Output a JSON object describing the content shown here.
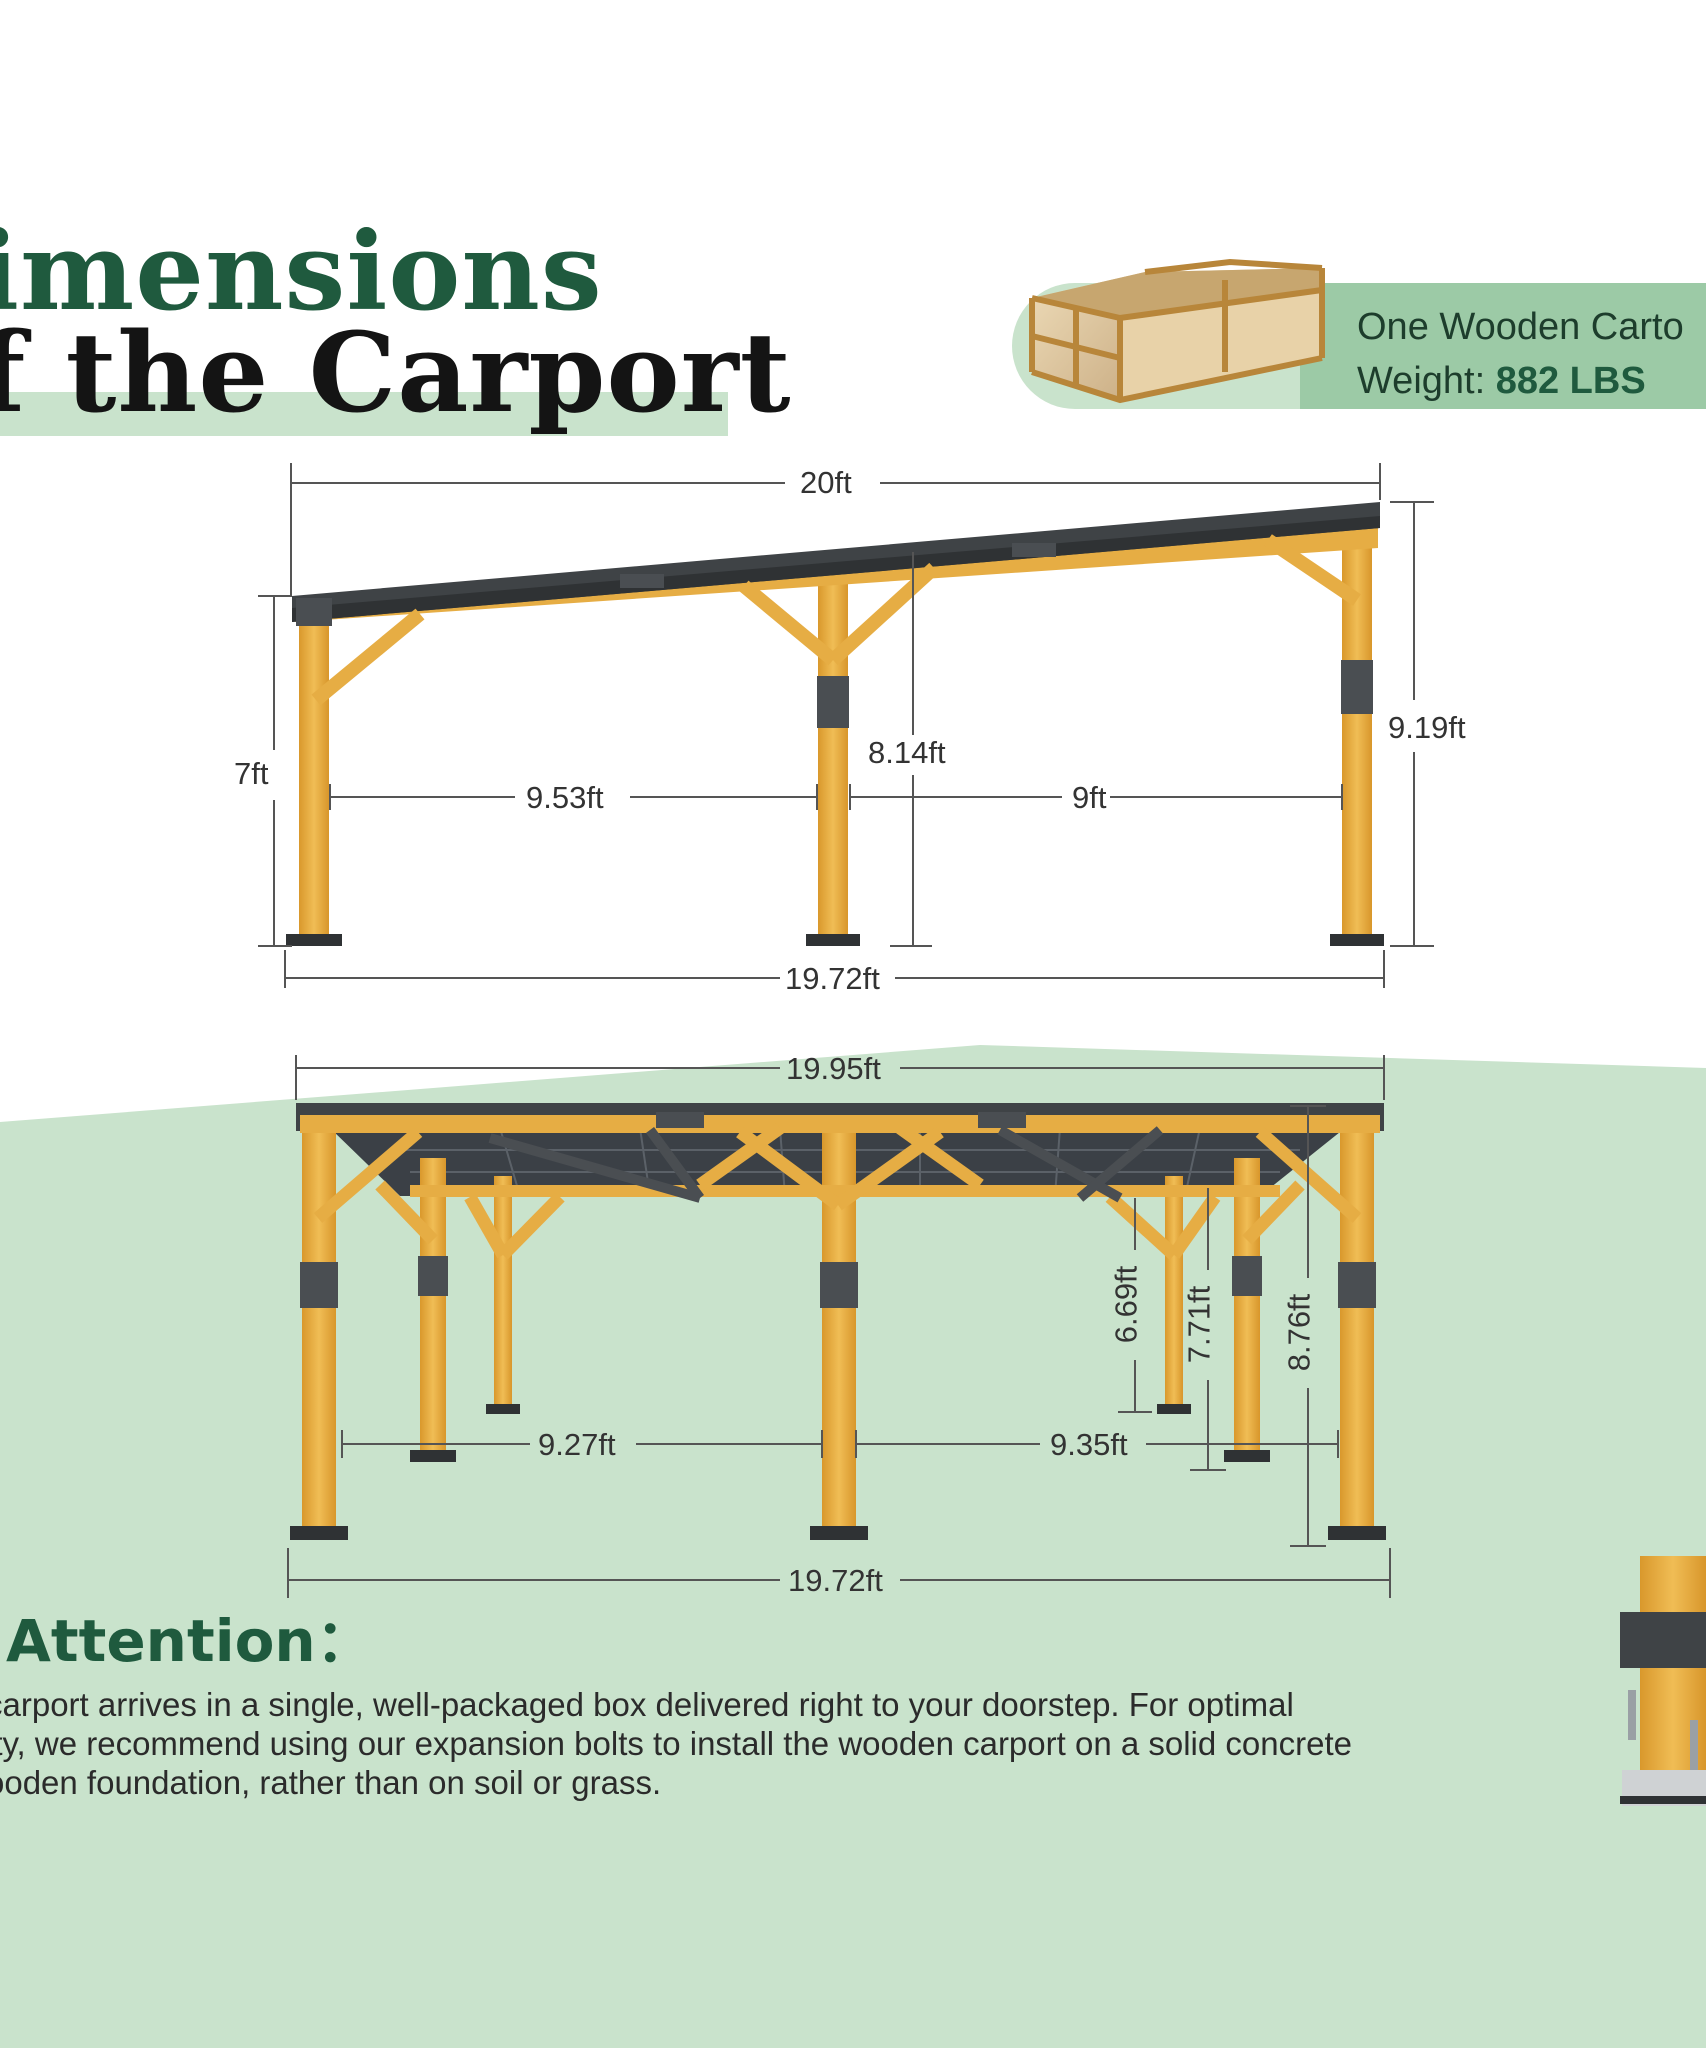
{
  "title": {
    "line1": "imensions",
    "line2": "f the Carport"
  },
  "carton": {
    "line1": "One Wooden Carto",
    "weight_label": "Weight: ",
    "weight_value": "882 LBS"
  },
  "side_view": {
    "top_width": "20ft",
    "left_height": "7ft",
    "right_height": "9.19ft",
    "middle_height": "8.14ft",
    "left_span": "9.53ft",
    "right_span": "9ft",
    "bottom_width": "19.72ft"
  },
  "front_view": {
    "top_width": "19.95ft",
    "left_span": "9.27ft",
    "right_span": "9.35ft",
    "height_back": "6.69ft",
    "height_mid": "7.71ft",
    "height_front": "8.76ft",
    "bottom_width": "19.72ft"
  },
  "attention": {
    "title": "Attention：",
    "lines": [
      "carport arrives in a single, well-packaged box delivered right to your doorstep. For optimal",
      "ity, we recommend using our expansion bolts to install the wooden carport on a solid concrete",
      "ooden foundation, rather than on soil or grass."
    ]
  },
  "colors": {
    "green_bg": "#c9e3cc",
    "brand_green": "#1f5a3e",
    "wood": "#e2a93a",
    "bracket": "#4a4e52"
  }
}
